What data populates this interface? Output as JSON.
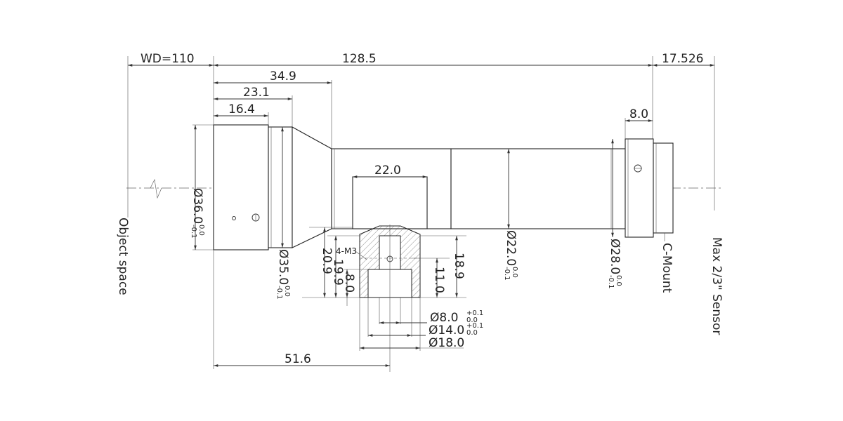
{
  "dimensions": {
    "wd": "WD=110",
    "total_length": "128.5",
    "flange_back": "17.526",
    "l_34_9": "34.9",
    "l_23_1": "23.1",
    "l_16_4": "16.4",
    "l_8_0_top": "8.0",
    "l_22_0": "22.0",
    "l_51_6": "51.6",
    "h_20_9": "20.9",
    "h_19_9": "19.9",
    "h_8_0": "8.0",
    "h_11_0": "11.0",
    "h_18_9": "18.9",
    "thread": "4-M3"
  },
  "diameters": {
    "d36": {
      "main": "Ø36.0",
      "tol_upper": "0.0",
      "tol_lower": "-0.1"
    },
    "d35": {
      "main": "Ø35.0",
      "tol_upper": "0.0",
      "tol_lower": "-0.1"
    },
    "d22": {
      "main": "Ø22.0",
      "tol_upper": "0.0",
      "tol_lower": "-0.1"
    },
    "d28": {
      "main": "Ø28.0",
      "tol_upper": "0.0",
      "tol_lower": "-0.1"
    },
    "d8": {
      "main": "Ø8.0",
      "tol_upper": "+0.1",
      "tol_lower": "0.0"
    },
    "d14": {
      "main": "Ø14.0",
      "tol_upper": "+0.1",
      "tol_lower": "0.0"
    },
    "d18": {
      "main": "Ø18.0"
    }
  },
  "labels": {
    "object_space": "Object space",
    "c_mount": "C-Mount",
    "sensor": "Max 2/3\" Sensor"
  }
}
